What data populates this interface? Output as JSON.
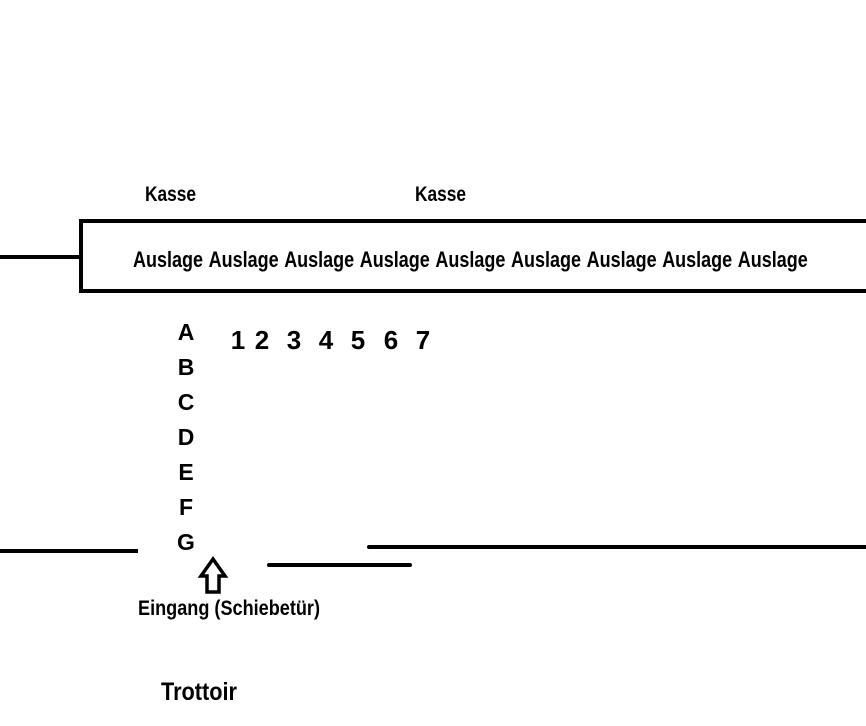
{
  "diagram": {
    "cashiers": [
      "Kasse",
      "Kasse"
    ],
    "display_row": [
      "Auslage",
      "Auslage",
      "Auslage",
      "Auslage",
      "Auslage",
      "Auslage",
      "Auslage",
      "Auslage",
      "Auslage"
    ],
    "row_labels": [
      "A",
      "B",
      "C",
      "D",
      "E",
      "F",
      "G"
    ],
    "column_labels": [
      "1",
      "2",
      "3",
      "4",
      "5",
      "6",
      "7"
    ],
    "entrance_label": "Eingang (Schiebetür)",
    "sidewalk_label": "Trottoir",
    "colors": {
      "ink": "#000000",
      "background": "#ffffff"
    }
  }
}
